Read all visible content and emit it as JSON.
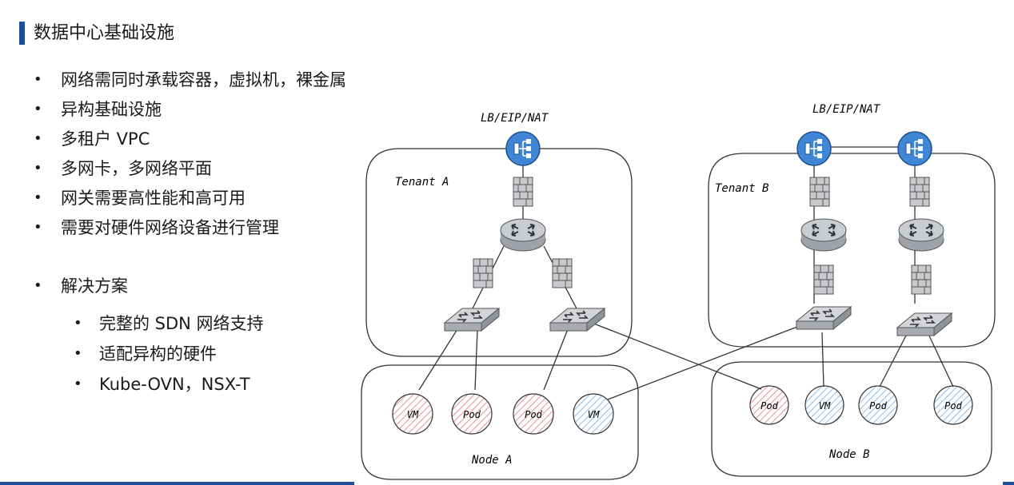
{
  "slide": {
    "title": "数据中心基础设施",
    "bullets": [
      "网络需同时承载容器，虚拟机，裸金属",
      "异构基础设施",
      "多租户 VPC",
      "多网卡，多网络平面",
      "网关需要高性能和高可用",
      "需要对硬件网络设备进行管理",
      "解决方案"
    ],
    "sub_bullets": [
      "完整的 SDN 网络支持",
      "适配异构的硬件",
      "Kube-OVN，NSX-T"
    ]
  },
  "diagram": {
    "colors": {
      "blue_device": "#3f86d4",
      "gray_device": "#b9bcc2",
      "vm_pod_red": "#e9a0a6",
      "vm_pod_blue": "#9ec6ea",
      "outline": "#333333"
    },
    "labels": {
      "lb_a": "LB/EIP/NAT",
      "lb_b": "LB/EIP/NAT",
      "tenant_a": "Tenant A",
      "tenant_b": "Tenant B",
      "node_a": "Node A",
      "node_b": "Node B"
    },
    "node_a_workloads": [
      "VM",
      "Pod",
      "Pod",
      "VM"
    ],
    "node_b_workloads": [
      "Pod",
      "VM",
      "Pod",
      "Pod"
    ]
  }
}
